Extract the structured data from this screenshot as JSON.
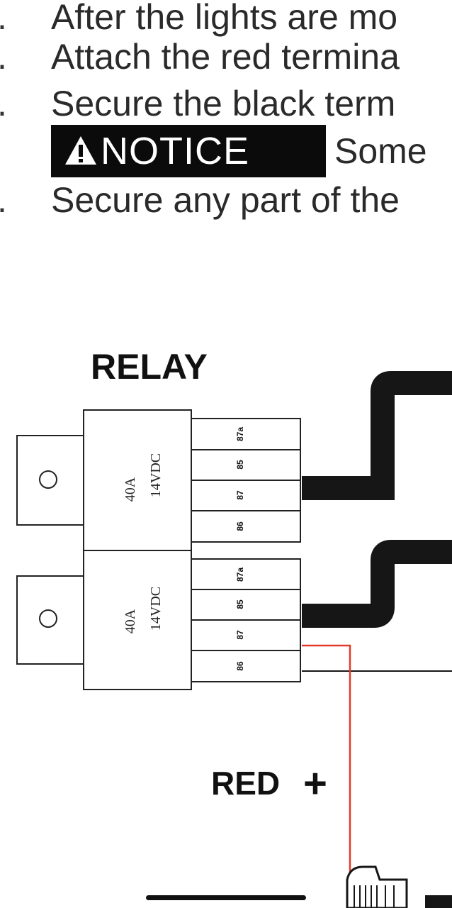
{
  "instructions": [
    {
      "number": ".",
      "text": "After the lights are mo"
    },
    {
      "number": ".",
      "text": "Attach the red termina"
    },
    {
      "number": ".",
      "text": "Secure the black term"
    },
    {
      "number": ".",
      "text": "Secure any part of the"
    }
  ],
  "notice": {
    "label": "NOTICE",
    "text": "Some"
  },
  "diagram": {
    "relay_title": "RELAY",
    "relays": [
      {
        "rating": "40A",
        "voltage": "14VDC",
        "pins": [
          "87a",
          "85",
          "87",
          "86"
        ]
      },
      {
        "rating": "40A",
        "voltage": "14VDC",
        "pins": [
          "87a",
          "85",
          "87",
          "86"
        ]
      }
    ],
    "red_label": "RED",
    "red_sign": "+",
    "colors": {
      "red_wire": "#e23a2a",
      "black_wire": "#161616",
      "outline": "#222222"
    }
  }
}
